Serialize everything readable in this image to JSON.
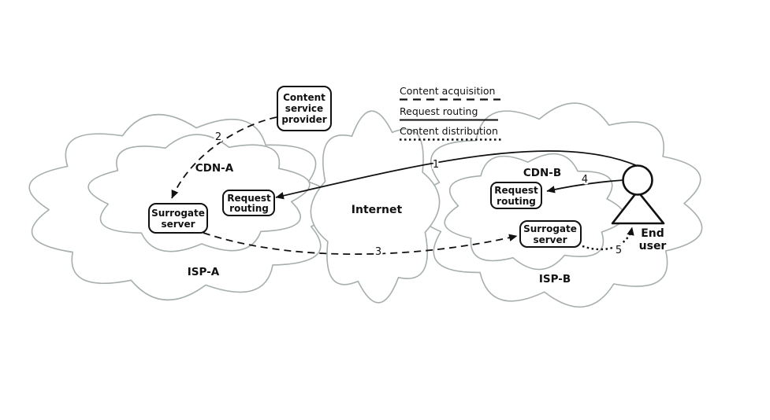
{
  "diagram": {
    "legend": {
      "acquisition": {
        "label": "Content acquisition",
        "style": "dashed"
      },
      "routing": {
        "label": "Request routing",
        "style": "solid"
      },
      "distribution": {
        "label": "Content distribution",
        "style": "dotted"
      }
    },
    "clouds": {
      "isp_a": {
        "label": "ISP-A"
      },
      "isp_b": {
        "label": "ISP-B"
      },
      "internet": {
        "label": "Internet"
      },
      "cdn_a": {
        "label": "CDN-A"
      },
      "cdn_b": {
        "label": "CDN-B"
      }
    },
    "nodes": {
      "content_service_provider": {
        "line1": "Content",
        "line2": "service",
        "line3": "provider"
      },
      "surrogate_server_a": {
        "line1": "Surrogate",
        "line2": "server"
      },
      "request_routing_a": {
        "line1": "Request",
        "line2": "routing"
      },
      "request_routing_b": {
        "line1": "Request",
        "line2": "routing"
      },
      "surrogate_server_b": {
        "line1": "Surrogate",
        "line2": "server"
      },
      "end_user": {
        "line1": "End",
        "line2": "user"
      }
    },
    "steps": {
      "step1": "1",
      "step2": "2",
      "step3": "3",
      "step4": "4",
      "step5": "5"
    },
    "colors": {
      "cloud_outline": "#a6afa9",
      "diagram_ink": "#111111",
      "background": "#ffffff"
    }
  }
}
